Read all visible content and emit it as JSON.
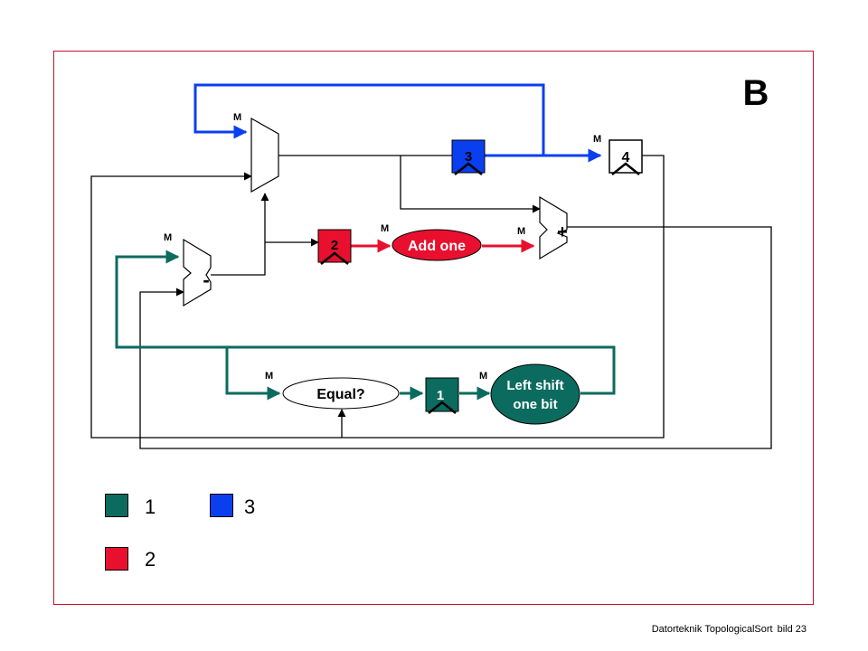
{
  "slide": {
    "title": "B",
    "footer": {
      "course": "Datorteknik",
      "topic": "TopologicalSort",
      "page": "bild 23"
    }
  },
  "diagram": {
    "mux_label": "M",
    "registers": [
      {
        "id": "reg-1",
        "label": "1",
        "color": "#0b6b5e"
      },
      {
        "id": "reg-2",
        "label": "2",
        "color": "#e8102e"
      },
      {
        "id": "reg-3",
        "label": "3",
        "color": "#0a3ff0"
      },
      {
        "id": "reg-4",
        "label": "4",
        "color": "#ffffff"
      }
    ],
    "alu_ops": {
      "subtract": "-",
      "add": "+"
    },
    "blocks": {
      "add_one": "Add one",
      "equal": "Equal?",
      "left_shift_line1": "Left shift",
      "left_shift_line2": "one bit"
    }
  },
  "legend": [
    {
      "label": "1",
      "color": "#0b6b5e"
    },
    {
      "label": "2",
      "color": "#e8102e"
    },
    {
      "label": "3",
      "color": "#0a3ff0"
    }
  ]
}
